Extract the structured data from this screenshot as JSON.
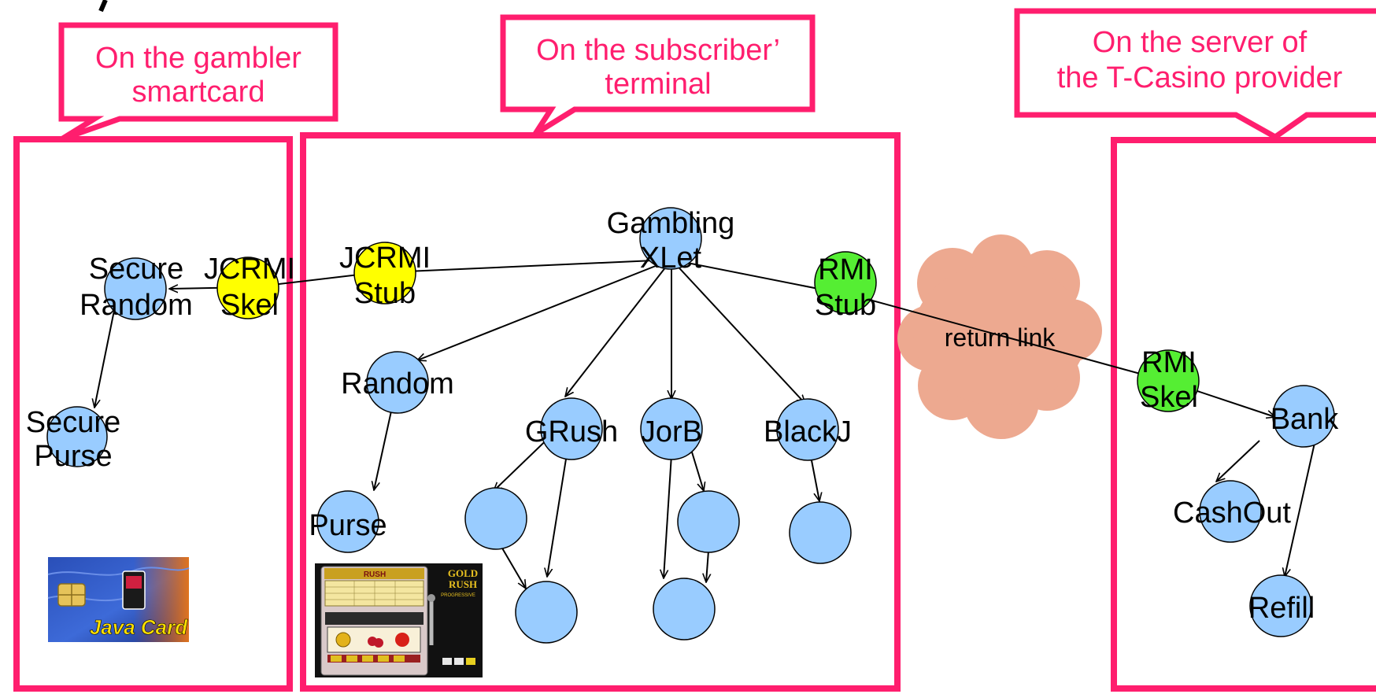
{
  "zones": {
    "smartcard": "On the gambler\nsmartcard",
    "terminal": "On the subscriber’\nterminal",
    "server": "On the server of\nthe T-Casino provider"
  },
  "nodes": {
    "secure_random": "Secure\nRandom",
    "jcrmi_skel": "JCRMI\nSkel",
    "secure_purse": "Secure\nPurse",
    "jcrmi_stub": "JCRMI\nStub",
    "gambling_xlet": "Gambling\nXLet",
    "rmi_stub": "RMI\nStub",
    "random": "Random",
    "purse": "Purse",
    "grush": "GRush",
    "jorb": "JorB",
    "blackj": "BlackJ",
    "rmi_skel": "RMI\nSkel",
    "bank": "Bank",
    "cashout": "CashOut",
    "refill": "Refill"
  },
  "cloud": {
    "label": "return link"
  },
  "javacard": {
    "label": "Java Card"
  },
  "slot": {
    "title_left": "RUSH",
    "title_right": "GOLD\nRUSH",
    "progressive": "PROGRESSIVE"
  },
  "colors": {
    "frame": "#ff1e6e",
    "node_blue": "#99ccff",
    "node_yellow": "#ffff00",
    "node_green": "#55ee33",
    "cloud": "#eda990"
  }
}
